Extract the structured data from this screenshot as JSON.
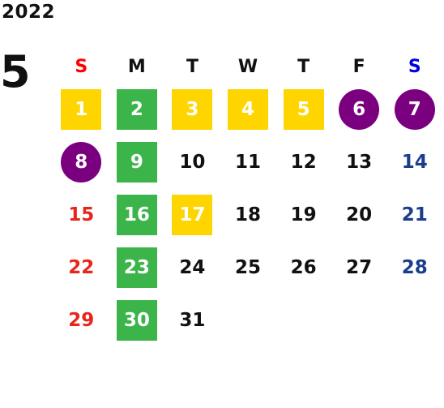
{
  "calendar": {
    "year": "2022",
    "month": "5",
    "weekdays": [
      "S",
      "M",
      "T",
      "W",
      "T",
      "F",
      "S"
    ],
    "weeks": [
      [
        "1",
        "2",
        "3",
        "4",
        "5",
        "6",
        "7"
      ],
      [
        "8",
        "9",
        "10",
        "11",
        "12",
        "13",
        "14"
      ],
      [
        "15",
        "16",
        "17",
        "18",
        "19",
        "20",
        "21"
      ],
      [
        "22",
        "23",
        "24",
        "25",
        "26",
        "27",
        "28"
      ],
      [
        "29",
        "30",
        "31",
        "",
        "",
        "",
        ""
      ]
    ],
    "colors": {
      "yellow": "#ffd500",
      "green": "#3bb44a",
      "purple": "#7a007f",
      "sunday_red": "#e8251a",
      "saturday_blue": "#1a3e8c"
    }
  }
}
